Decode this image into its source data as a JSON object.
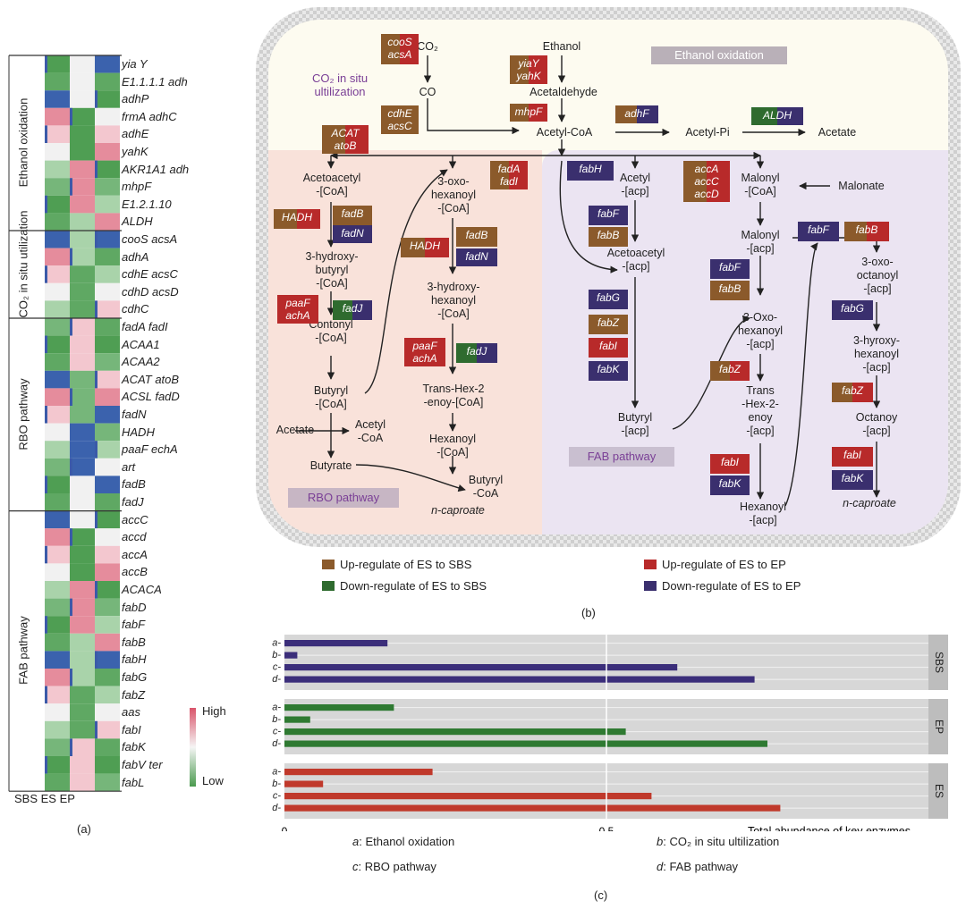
{
  "heatmap": {
    "genes": [
      "yia Y",
      "E1.1.1.1 adh",
      "adhP",
      "frmA adhC",
      "adhE",
      "yahK",
      "AKR1A1 adh",
      "mhpF",
      "E1.2.1.10",
      "ALDH",
      "cooS acsA",
      "adhA",
      "cdhE acsC",
      "cdhD acsD",
      "cdhC",
      "fadA fadI",
      "ACAA1",
      "ACAA2",
      "ACAT atoB",
      "ACSL fadD",
      "fadN",
      "HADH",
      "paaF echA",
      "art",
      "fadB",
      "fadJ",
      "accC",
      "accd",
      "accA",
      "accB",
      "ACACA",
      "fabD",
      "fabF",
      "fabB",
      "fabH",
      "fabG",
      "fabZ",
      "aas",
      "fabI",
      "fabK",
      "fabV ter",
      "fabL"
    ],
    "groups": [
      {
        "label": "Ethanol oxidation",
        "start": 0,
        "end": 9
      },
      {
        "label": "CO₂ in situ utilization",
        "start": 10,
        "end": 14
      },
      {
        "label": "RBO pathway",
        "start": 15,
        "end": 25
      },
      {
        "label": "FAB pathway",
        "start": 26,
        "end": 41
      }
    ],
    "columns": [
      "SBS",
      "ES",
      "EP"
    ],
    "scale_high": "High",
    "scale_low": "Low",
    "panel_label": "(a)",
    "colors": {
      "high": "#d9546a",
      "low": "#4a9a4e",
      "mid": "#f4f4f4",
      "blue": "#3c5aa6"
    }
  },
  "pathway": {
    "region_labels": {
      "ethanol": "Ethanol oxidation",
      "rbo": "RBO pathway",
      "fab": "FAB pathway",
      "co2_line1": "CO₂ in situ",
      "co2_line2": "ultilization"
    },
    "panel_label": "(b)",
    "legend": [
      {
        "label": "Up-regulate of ES to SBS",
        "color": "#8b5a2b"
      },
      {
        "label": "Down-regulate of ES to SBS",
        "color": "#2f6b2f"
      },
      {
        "label": "Up-regulate of ES to EP",
        "color": "#b82a2a"
      },
      {
        "label": "Down-regulate of ES to EP",
        "color": "#3a2f6e"
      }
    ],
    "metabolites": {
      "co2": "CO₂",
      "co": "CO",
      "ethanol": "Ethanol",
      "acetaldehyde": "Acetaldehyde",
      "acetyl_coa": "Acetyl-CoA",
      "acetyl_pi": "Acetyl-Pi",
      "acetate": "Acetate",
      "acetoacetyl_coa": "Acetoacetyl\n-[CoA]",
      "oxohex_coa": "3-oxo-\nhexanoyl\n-[CoA]",
      "hb_coa": "3-hydroxy-\nbutyryl\n-[CoA]",
      "hh_coa": "3-hydroxy-\nhexanoyl\n-[CoA]",
      "crotonyl_coa": "Contonyl\n-[CoA]",
      "transhex_coa": "Trans-Hex-2\n-enoy-[CoA]",
      "butyryl_coa": "Butyryl\n-[CoA]",
      "hexanoyl_coa": "Hexanoyl\n-[CoA]",
      "acetate2": "Acetate",
      "acetyl_coa2": "Acetyl\n-CoA",
      "butyrate": "Butyrate",
      "butyryl_coa2": "Butyryl\n-CoA",
      "ncaproate": "n-caproate",
      "acetyl_acp": "Acetyl\n-[acp]",
      "acetoacetyl_acp": "Acetoacetyl\n-[acp]",
      "butyryl_acp": "Butyryl\n-[acp]",
      "malonyl_coa": "Malonyl\n-[CoA]",
      "malonate": "Malonate",
      "malonyl_acp": "Malonyl\n-[acp]",
      "oxohex_acp": "3-Oxo-\nhexanoyl\n-[acp]",
      "transhex_acp": "Trans\n-Hex-2-\nenoy\n-[acp]",
      "hexanoyl_acp": "Hexanoyl\n-[acp]",
      "oxooct_acp": "3-oxo-\noctanoyl\n-[acp]",
      "hh_acp": "3-hyroxy-\nhexanoyl\n-[acp]",
      "octanoy_acp": "Octanoy\n-[acp]",
      "ncaproate2": "n-caproate"
    },
    "enzymes": {
      "cooS": "cooS\nacsA",
      "cdhE": "cdhE\nacsC",
      "yiaY": "yiaY\nyahK",
      "mhpF": "mhpF",
      "adhF": "adhF",
      "ALDH": "ALDH",
      "ACAT": "ACAT\natoB",
      "fadA": "fadA\nfadI",
      "HADH1": "HADH",
      "fadB1": "fadB",
      "fadN1": "fadN",
      "HADH2": "HADH",
      "fadB2": "fadB",
      "fadN2": "fadN",
      "paaF1": "paaF\nachA",
      "fadJ1": "fadJ",
      "paaF2": "paaF\nachA",
      "fadJ2": "fadJ",
      "fabH": "fabH",
      "fabF1": "fabF",
      "fabB1": "fabB",
      "fabG1": "fabG",
      "fabZ1": "fabZ",
      "fabI1": "fabI",
      "fabK1": "fabK",
      "acc": "accA\naccC\naccD",
      "fabF2": "fabF",
      "fabB2": "fabB",
      "fabZ2": "fabZ",
      "fabI2": "fabI",
      "fabK2": "fabK",
      "fabF3": "fabF",
      "fabB3": "fabB",
      "fabG3": "fabG",
      "fabZ3": "fabZ",
      "fabI3": "fabI",
      "fabK3": "fabK"
    }
  },
  "chart_data": {
    "type": "bar",
    "orientation": "horizontal",
    "xlabel": "Total abundance of key enzymes",
    "xticks": [
      "0",
      "0.5"
    ],
    "xlim": [
      0,
      1
    ],
    "categories": [
      "a-",
      "b-",
      "c-",
      "d-"
    ],
    "series": [
      {
        "name": "SBS",
        "color": "#3b2e7a",
        "values": [
          0.16,
          0.02,
          0.61,
          0.73
        ]
      },
      {
        "name": "EP",
        "color": "#2f7a32",
        "values": [
          0.17,
          0.04,
          0.53,
          0.75
        ]
      },
      {
        "name": "ES",
        "color": "#c0392b",
        "values": [
          0.23,
          0.06,
          0.57,
          0.77
        ]
      }
    ],
    "legend_notes": [
      {
        "key": "a",
        "text": ": Ethanol oxidation"
      },
      {
        "key": "b",
        "text": ": CO₂ in situ ultilization"
      },
      {
        "key": "c",
        "text": ": RBO pathway"
      },
      {
        "key": "d",
        "text": ": FAB pathway"
      }
    ],
    "panel_label": "(c)"
  }
}
